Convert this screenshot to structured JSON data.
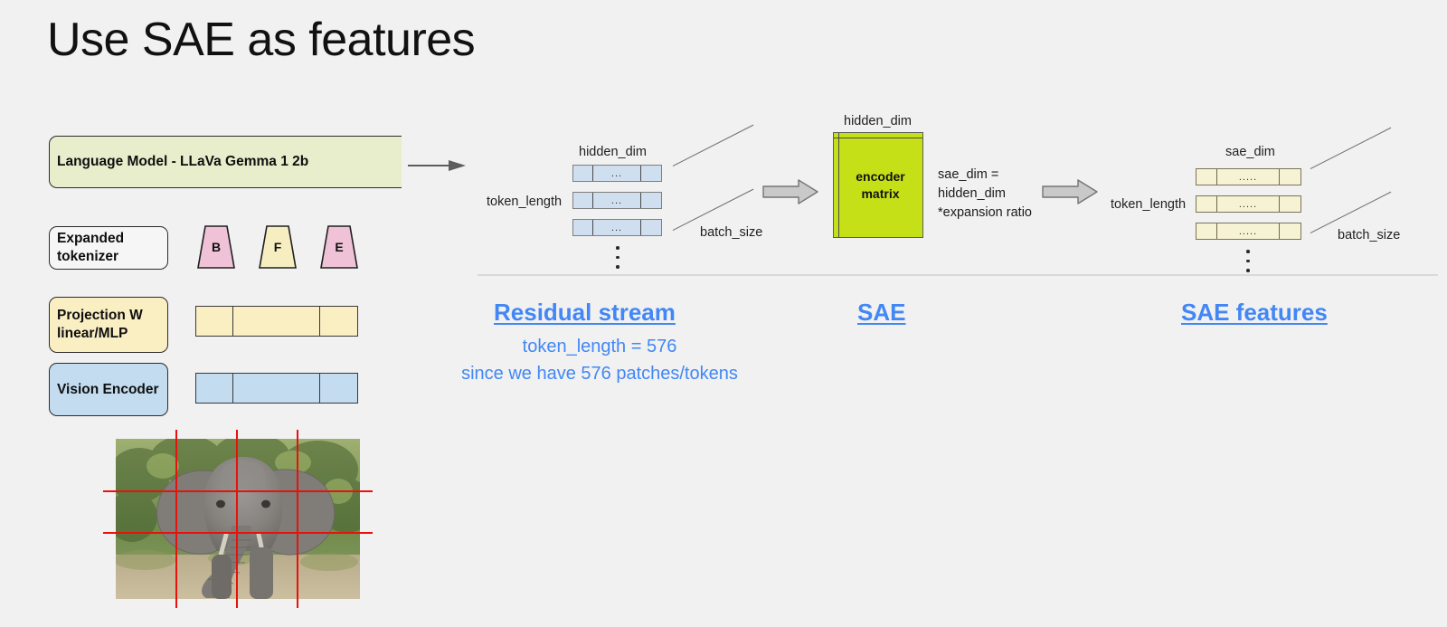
{
  "slide": {
    "title": "Use SAE as features",
    "background_color": "#f1f1f1"
  },
  "legend": {
    "language_model": {
      "label": "Language Model - LLaVa Gemma 1 2b",
      "color": "#e8eecb"
    },
    "expanded_tokenizer": {
      "label": "Expanded\ntokenizer",
      "color": "#f6f6f6"
    },
    "projection": {
      "label": "Projection W\nlinear/MLP",
      "color": "#faeec3"
    },
    "vision_encoder": {
      "label": "Vision Encoder",
      "color": "#c3dcf0"
    },
    "tokens": [
      {
        "label": "B",
        "color": "#f0c2d8"
      },
      {
        "label": "F",
        "color": "#f6eec0"
      },
      {
        "label": "E",
        "color": "#f0c2d8"
      }
    ]
  },
  "residual_stream": {
    "top_label": "hidden_dim",
    "left_label": "token_length",
    "diagonal_label": "batch_size",
    "cell_text": "...",
    "rows": 3,
    "color": "#cfdff0"
  },
  "sae": {
    "top_label": "hidden_dim",
    "box_line1": "encoder",
    "box_line2": "matrix",
    "box_color": "#c6e017",
    "note": "sae_dim =\nhidden_dim\n*expansion ratio"
  },
  "sae_features": {
    "top_label": "sae_dim",
    "left_label": "token_length",
    "diagonal_label": "batch_size",
    "cell_text": ".....",
    "rows": 3,
    "color": "#f6f2d4"
  },
  "captions": {
    "residual": {
      "link": "Residual stream",
      "sub": "token_length = 576\nsince we have 576 patches/tokens"
    },
    "sae": {
      "link": "SAE"
    },
    "features": {
      "link": "SAE features"
    },
    "link_color": "#4287f5"
  },
  "photo": {
    "alt": "elephant-photo",
    "grid_color": "#e8120c",
    "vertical_lines": 3,
    "horizontal_lines": 2
  }
}
